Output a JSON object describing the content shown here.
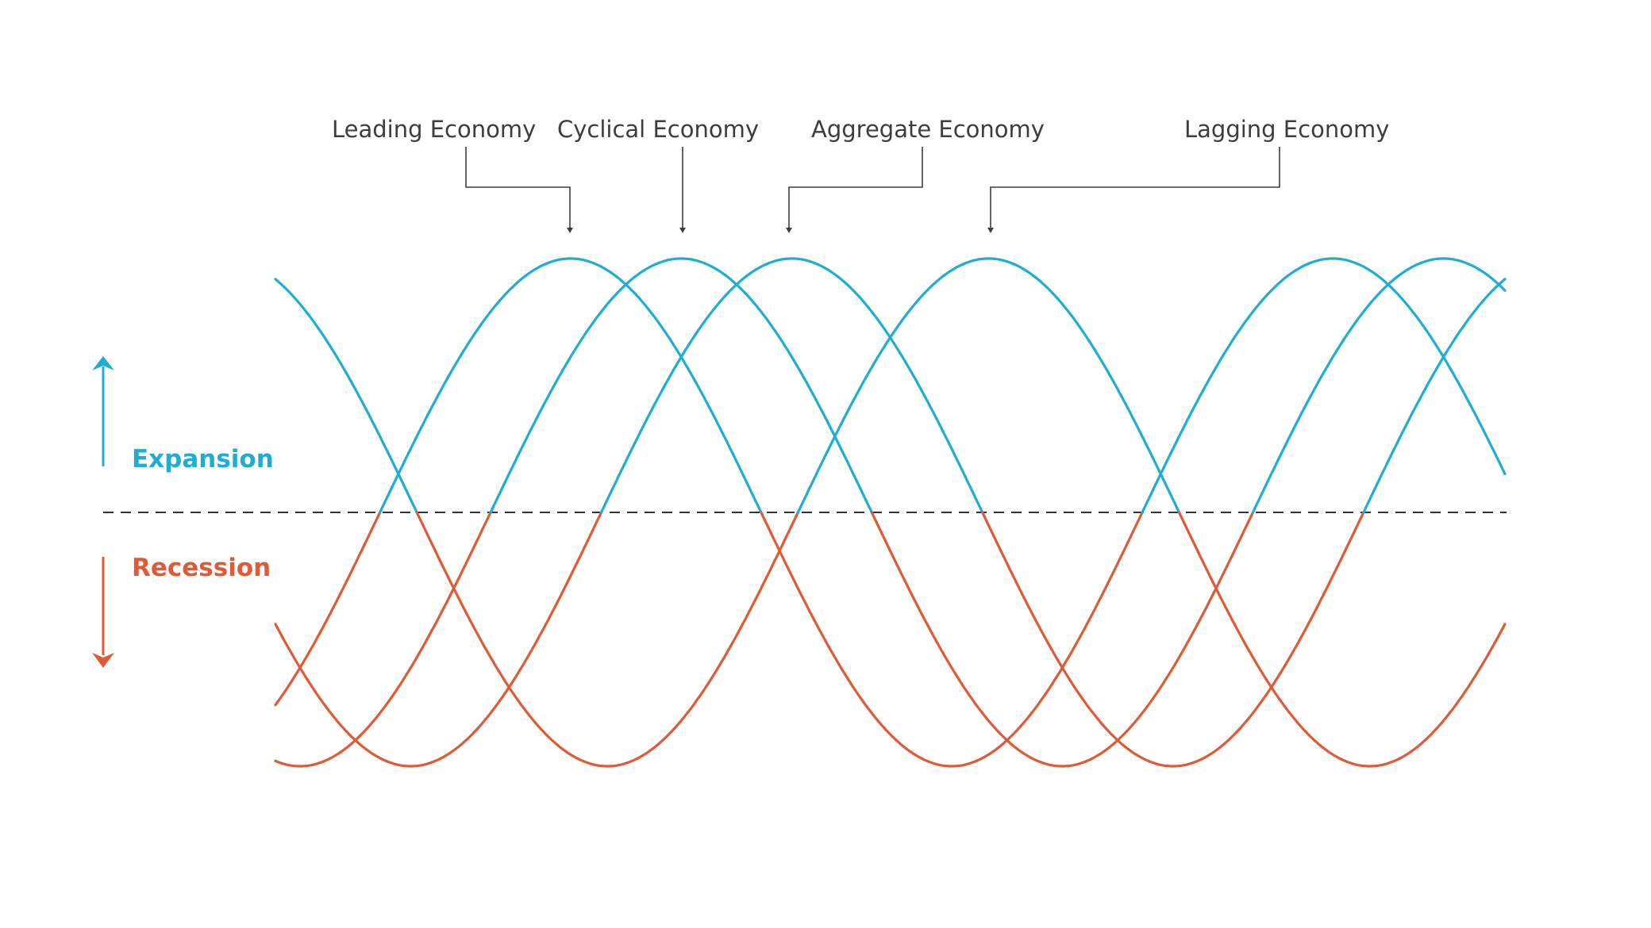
{
  "colors": {
    "expansion": "#1fadd1",
    "recession": "#dd5b36",
    "text": "#3d3d3d",
    "leader": "#3d3d3d",
    "baseline": "#333333"
  },
  "labels": {
    "expansion": "Expansion",
    "recession": "Recession"
  },
  "series": [
    {
      "name": "Leading Economy",
      "peak_at": 0.24
    },
    {
      "name": "Cyclical Economy",
      "peak_at": 0.33
    },
    {
      "name": "Aggregate Economy",
      "peak_at": 0.42
    },
    {
      "name": "Lagging Economy",
      "peak_at": 0.58
    }
  ],
  "cycle": {
    "period": 0.62,
    "amplitude": 1.0,
    "x_start": 0.0,
    "x_end": 1.0
  }
}
